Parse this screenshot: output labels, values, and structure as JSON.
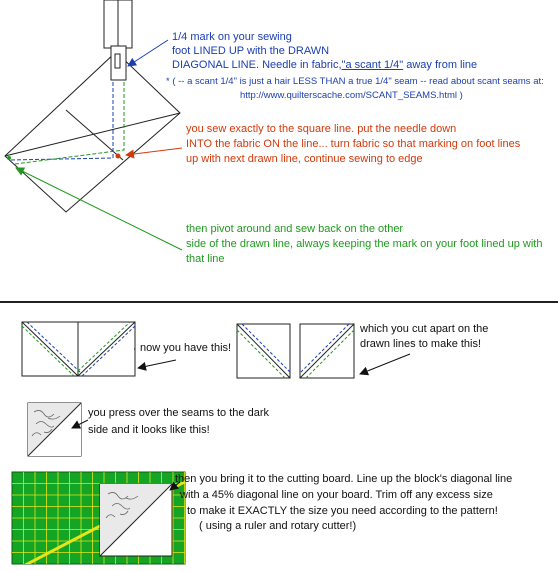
{
  "colors": {
    "blue": "#1b3fb0",
    "red": "#d23a0c",
    "green": "#1f9a1f",
    "board_green": "#13a523",
    "board_grid": "#e8e41a",
    "divider": "#222222"
  },
  "top": {
    "note_foot": {
      "line1": "1/4 mark on your sewing",
      "line2": "foot LINED UP with the DRAWN",
      "line3_pre": "DIAGONAL LINE. Needle in fabric,",
      "line3_link": "\"a scant 1/4\"",
      "line3_post": " away from line",
      "line4": "* ( -- a scant 1/4\" is just a hair LESS THAN a true 1/4\" seam -- read about scant seams at:",
      "line5": "http://www.quilterscache.com/SCANT_SEAMS.html )"
    },
    "note_square": {
      "line1": "you sew exactly to the square line. put the needle down",
      "line2": "INTO the fabric ON the line... turn fabric so that marking on foot lines",
      "line3": "up with next drawn line,  continue sewing to edge"
    },
    "note_pivot": {
      "line1": "then pivot around and sew back on the other",
      "line2": "side of the drawn line, always keeping the mark on your foot lined up with",
      "line3": "that line"
    }
  },
  "bottom": {
    "note_have": "now you have this!",
    "note_cut": {
      "line1": "which you cut apart on the",
      "line2": "drawn lines to make this!"
    },
    "note_press": {
      "line1": "you press over the seams to the dark",
      "line2": "side and it looks like this!"
    },
    "note_board": {
      "line1": "then you bring it to the cutting board. Line up the block's diagonal line",
      "line2": "with a 45% diagonal line on your board. Trim off any excess size",
      "line3": "to make it EXACTLY the size you need according to the pattern!",
      "line4": "( using a ruler and rotary cutter!)"
    }
  }
}
